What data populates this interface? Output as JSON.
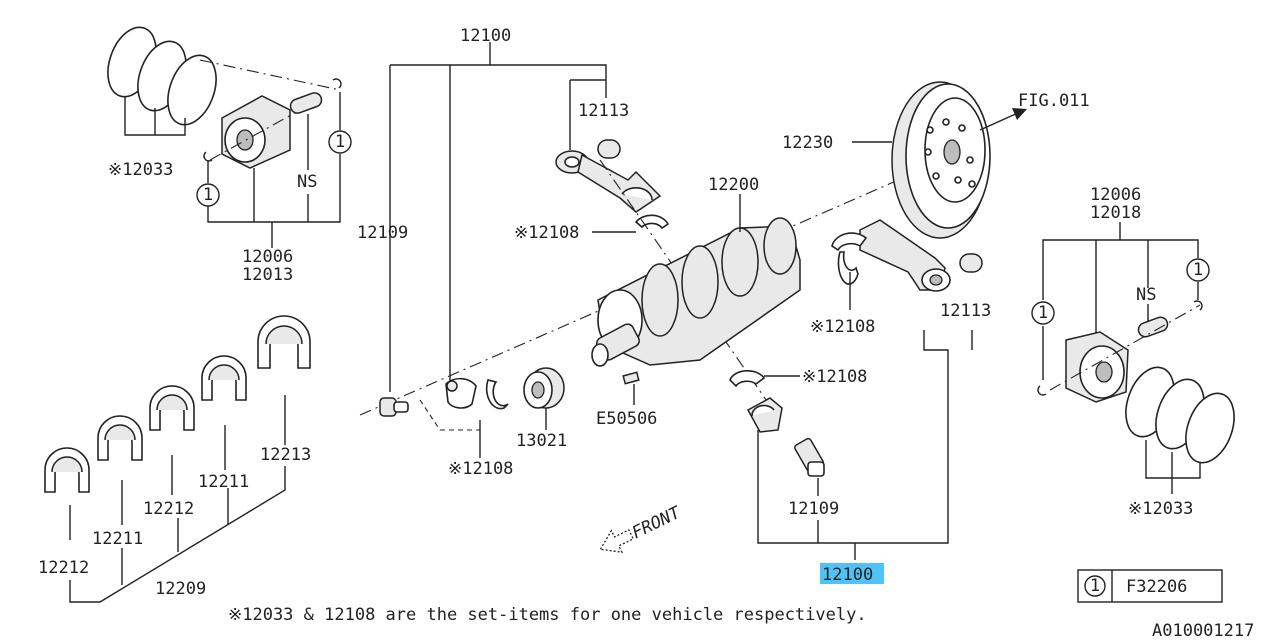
{
  "diagram": {
    "labels": {
      "top_assembly": "12100",
      "bottom_assembly": "12100",
      "rod_bush_left": "12113",
      "rod_bush_right": "12113",
      "crankshaft": "12200",
      "flywheel": "12230",
      "fig_ref": "FIG.011",
      "rod_bolt_left": "12109",
      "rod_bolt_bottom": "12109",
      "bearing_upper_left": "※12108",
      "bearing_right": "※12108",
      "bearing_lower_mid": "※12108",
      "bearing_lower_left": "※12108",
      "sprocket": "13021",
      "key": "E50506",
      "rings_left": "※12033",
      "rings_right": "※12033",
      "piston_left_a": "12006",
      "piston_left_b": "12013",
      "piston_right_a": "12006",
      "piston_right_b": "12018",
      "ns_left": "NS",
      "ns_right": "NS",
      "circle_one": "1",
      "main_b1": "12213",
      "main_b2": "12211",
      "main_b3": "12212",
      "main_b4": "12211",
      "main_b5": "12212",
      "main_set": "12209",
      "front": "FRONT",
      "footnote": "※12033 & 12108 are the set-items for one vehicle respectively.",
      "legend_num": "1",
      "legend_code": "F32206",
      "drawing_id": "A010001217"
    },
    "highlight_color": "#4fc3f7"
  }
}
